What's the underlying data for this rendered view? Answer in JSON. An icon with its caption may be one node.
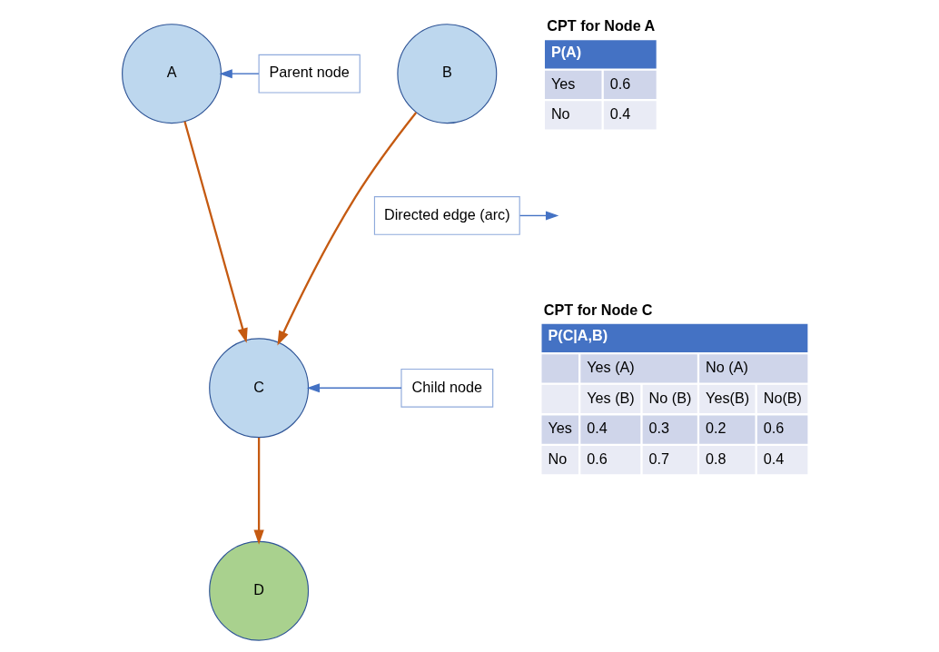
{
  "diagram": {
    "nodes": [
      {
        "text": [
          "A"
        ]
      },
      {
        "text": [
          "B"
        ]
      },
      {
        "text": [
          "C"
        ]
      },
      {
        "text": [
          "D"
        ]
      },
      {
        "text": [
          "Parent node"
        ]
      },
      {
        "text": [
          "Directed edge (arc)"
        ]
      },
      {
        "text": [
          "Child node"
        ]
      }
    ],
    "edges": [
      {
        "from": 0,
        "to": 2,
        "arrow": "to",
        "color": "#c55a11"
      },
      {
        "from": 1,
        "to": 2,
        "arrow": "to",
        "color": "#c55a11"
      },
      {
        "from": 2,
        "to": 3,
        "arrow": "to",
        "color": "#c55a11"
      },
      {
        "from": 4,
        "to": 0,
        "arrow": "to",
        "color": "#4472c4"
      },
      {
        "from": 5,
        "to": null,
        "arrow": "to",
        "color": "#4472c4"
      },
      {
        "from": 6,
        "to": 2,
        "arrow": "to",
        "color": "#4472c4"
      }
    ],
    "labels": [
      "CPT for Node A",
      "P(A)",
      "Yes",
      "0.6",
      "No",
      "0.4",
      "CPT for Node C",
      "P(C|A,B)",
      "Yes (A)",
      "No (A)",
      "Yes (B)",
      "No (B)",
      "Yes(B)",
      "No(B)",
      "Yes",
      "0.4",
      "0.3",
      "0.2",
      "0.6",
      "No",
      "0.6",
      "0.7",
      "0.8",
      "0.4"
    ]
  }
}
